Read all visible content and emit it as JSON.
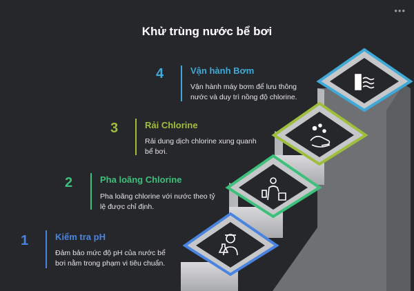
{
  "title": "Khử trùng nước bể bơi",
  "menu_icon": "more-dots-icon",
  "menu_glyph": "•••",
  "steps": [
    {
      "number": "4",
      "heading": "Vận hành Bơm",
      "description": "Vận hành máy bơm để lưu thông nước và duy trì nồng độ chlorine.",
      "color": "#3fa9d8",
      "icon": "water-pump-icon"
    },
    {
      "number": "3",
      "heading": "Rải Chlorine",
      "description": "Rải dung dịch chlorine xung quanh bể bơi.",
      "color": "#9fbf3c",
      "icon": "spread-hand-icon"
    },
    {
      "number": "2",
      "heading": "Pha loãng Chlorine",
      "description": "Pha loãng chlorine với nước theo tỷ lệ được chỉ định.",
      "color": "#3cc07a",
      "icon": "pour-mix-icon"
    },
    {
      "number": "1",
      "heading": "Kiểm tra pH",
      "description": "Đảm bảo mức độ pH của nước bể bơi nằm trong phạm vi tiêu chuẩn.",
      "color": "#4a84e0",
      "icon": "scientist-flask-icon"
    }
  ]
}
